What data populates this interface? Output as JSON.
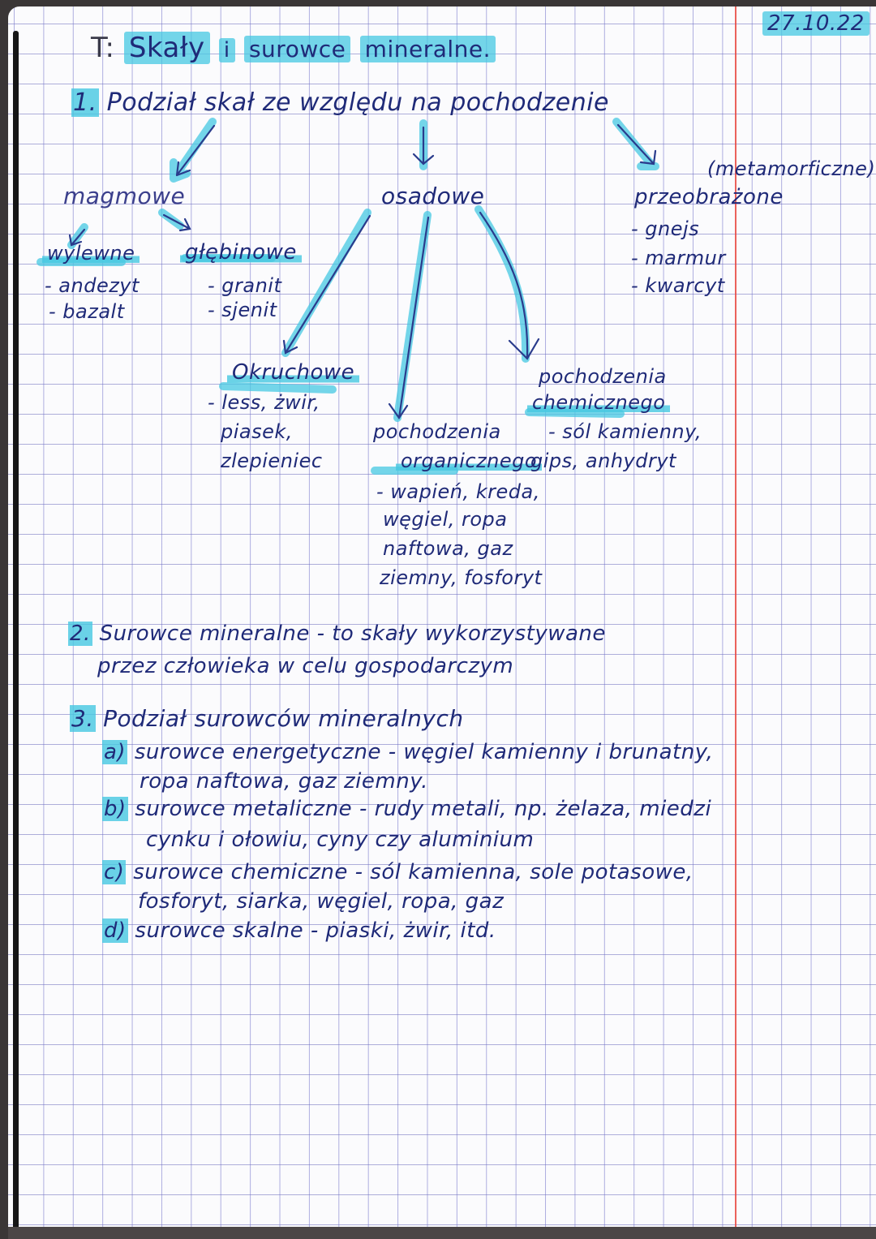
{
  "page": {
    "type": "handwritten notebook page, squared grid paper",
    "date": "27.10.22",
    "colors": {
      "ink": "#1f2a78",
      "highlighter": "#46c8e1",
      "margin_line": "#e8463f",
      "grid": "#8c8cc8"
    }
  },
  "title": {
    "prefix": "T:",
    "words": [
      "Skały",
      "i",
      "surowce",
      "mineralne."
    ]
  },
  "section1": {
    "number": "1.",
    "heading": "Podział skał ze względu na pochodzenie",
    "categories": {
      "magmowe": {
        "label": "magmowe",
        "subcategories": {
          "wylewne": {
            "label": "wylewne",
            "items": [
              "- andezyt",
              "- bazalt"
            ]
          },
          "glebinowe": {
            "label": "głębinowe",
            "items": [
              "- granit",
              "- sjenit"
            ]
          }
        }
      },
      "osadowe": {
        "label": "osadowe",
        "subcategories": {
          "okruchowe": {
            "label": "Okruchowe",
            "lines": [
              "- less, żwir,",
              "piasek,",
              "zlepieniec"
            ]
          },
          "organiczne": {
            "label_line1": "pochodzenia",
            "label_line2": "organicznego",
            "lines": [
              "- wapień, kreda,",
              "węgiel, ropa",
              "naftowa, gaz",
              "ziemny, fosforyt"
            ]
          },
          "chemiczne": {
            "label_line1": "pochodzenia",
            "label_line2": "chemicznego",
            "lines": [
              "- sól kamienny,",
              "gips, anhydryt"
            ]
          }
        }
      },
      "przeobrazone": {
        "note": "(metamorficzne)",
        "label": "przeobrażone",
        "items": [
          "- gnejs",
          "- marmur",
          "- kwarcyt"
        ]
      }
    }
  },
  "section2": {
    "number": "2.",
    "line1": "Surowce mineralne - to skały wykorzystywane",
    "line2": "przez człowieka w celu gospodarczym"
  },
  "section3": {
    "number": "3.",
    "heading": "Podział surowców mineralnych",
    "items": [
      {
        "letter": "a)",
        "line1": "surowce energetyczne - węgiel kamienny i brunatny,",
        "line2": "ropa naftowa, gaz ziemny."
      },
      {
        "letter": "b)",
        "line1": "surowce metaliczne - rudy metali, np. żelaza, miedzi",
        "line2": "cynku i ołowiu, cyny czy aluminium"
      },
      {
        "letter": "c)",
        "line1": "surowce chemiczne - sól kamienna, sole potasowe,",
        "line2": "fosforyt, siarka, węgiel, ropa, gaz"
      },
      {
        "letter": "d)",
        "line1": "surowce skalne - piaski, żwir, itd."
      }
    ]
  }
}
